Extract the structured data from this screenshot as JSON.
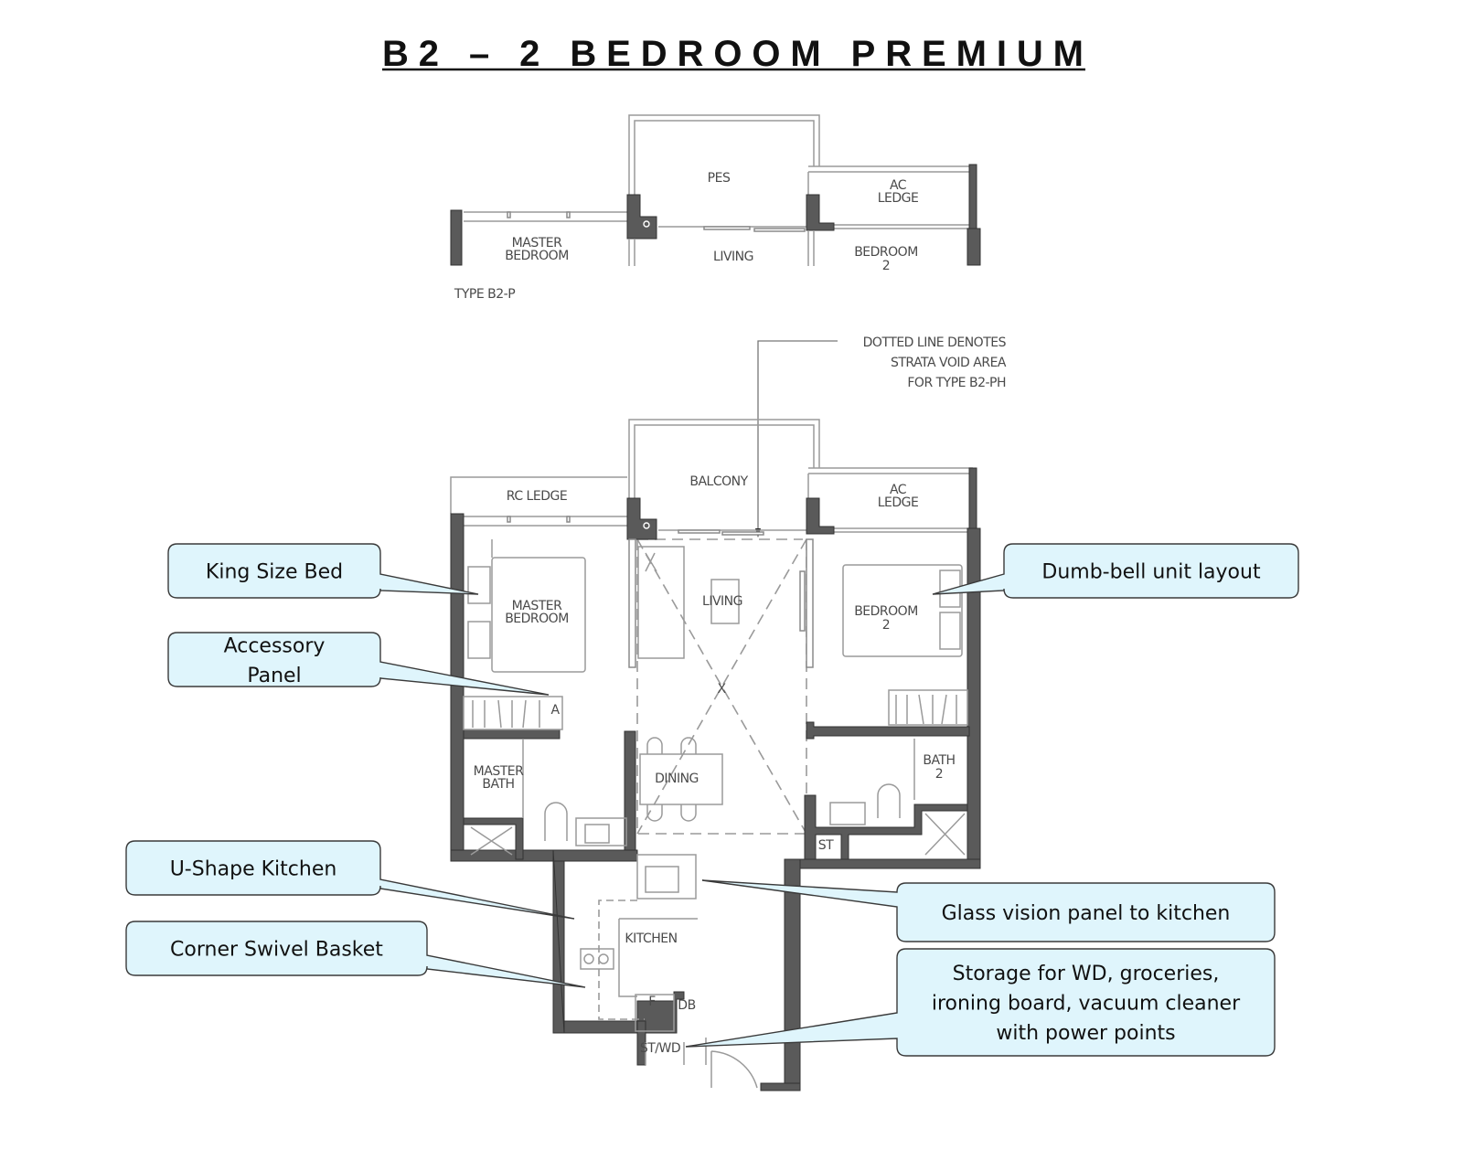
{
  "title": "B2 – 2 BEDROOM PREMIUM",
  "plan_top": {
    "type_label": "TYPE B2-P",
    "pes": "PES",
    "ac_ledge": [
      "AC",
      "LEDGE"
    ],
    "master_bedroom": [
      "MASTER",
      "BEDROOM"
    ],
    "living": "LIVING",
    "bedroom2": [
      "BEDROOM",
      "2"
    ]
  },
  "plan_main": {
    "note": [
      "DOTTED LINE DENOTES",
      "STRATA VOID AREA",
      "FOR TYPE B2-PH"
    ],
    "rc_ledge": "RC LEDGE",
    "balcony": "BALCONY",
    "ac_ledge": [
      "AC",
      "LEDGE"
    ],
    "master_bedroom": [
      "MASTER",
      "BEDROOM"
    ],
    "living": "LIVING",
    "bedroom2": [
      "BEDROOM",
      "2"
    ],
    "accessory_mark": "A",
    "master_bath": [
      "MASTER",
      "BATH"
    ],
    "dining": "DINING",
    "bath2": [
      "BATH",
      "2"
    ],
    "st": "ST",
    "kitchen": "KITCHEN",
    "fridge": "F",
    "db": "DB",
    "st_wd": "ST/WD"
  },
  "callouts": [
    {
      "id": "king-size-bed",
      "lines": [
        "King Size Bed"
      ]
    },
    {
      "id": "accessory-panel",
      "lines": [
        "Accessory",
        "Panel"
      ]
    },
    {
      "id": "dumb-bell-layout",
      "lines": [
        "Dumb-bell unit layout"
      ]
    },
    {
      "id": "u-shape-kitchen",
      "lines": [
        "U-Shape Kitchen"
      ]
    },
    {
      "id": "corner-swivel-basket",
      "lines": [
        "Corner Swivel Basket"
      ]
    },
    {
      "id": "glass-vision-panel",
      "lines": [
        "Glass vision panel to kitchen"
      ]
    },
    {
      "id": "storage",
      "lines": [
        "Storage for WD, groceries,",
        "ironing board, vacuum cleaner",
        "with power points"
      ]
    }
  ],
  "colors": {
    "callout_fill": "#dff5fc",
    "wall": "#5a5a5a"
  }
}
